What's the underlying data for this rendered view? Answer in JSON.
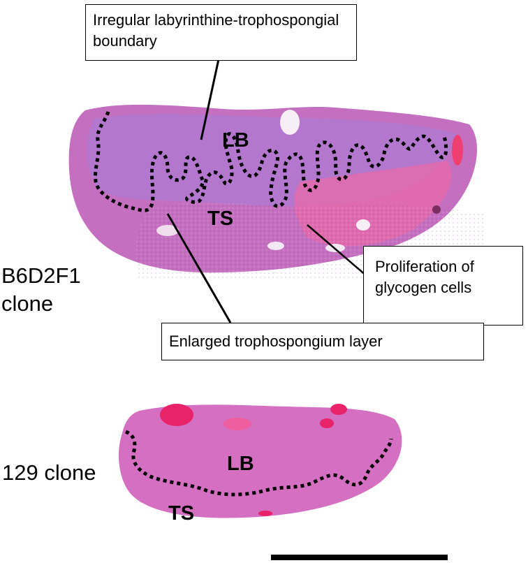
{
  "callouts": {
    "boundary": "Irregular labyrinthine-trophospongial boundary",
    "glycogen": "Proliferation of glycogen cells",
    "trophospongium": "Enlarged trophospongium layer"
  },
  "samples": {
    "top": {
      "name_line1": "B6D2F1",
      "name_line2": "clone",
      "lb_label": "LB",
      "ts_label": "TS"
    },
    "bottom": {
      "name": "129 clone",
      "lb_label": "LB",
      "ts_label": "TS"
    }
  },
  "colors": {
    "tissue_primary": "#c46fbf",
    "tissue_lab": "#b07ad0",
    "tissue_pink": "#e86aa8",
    "blood": "#e8236a",
    "outline": "#000000"
  }
}
